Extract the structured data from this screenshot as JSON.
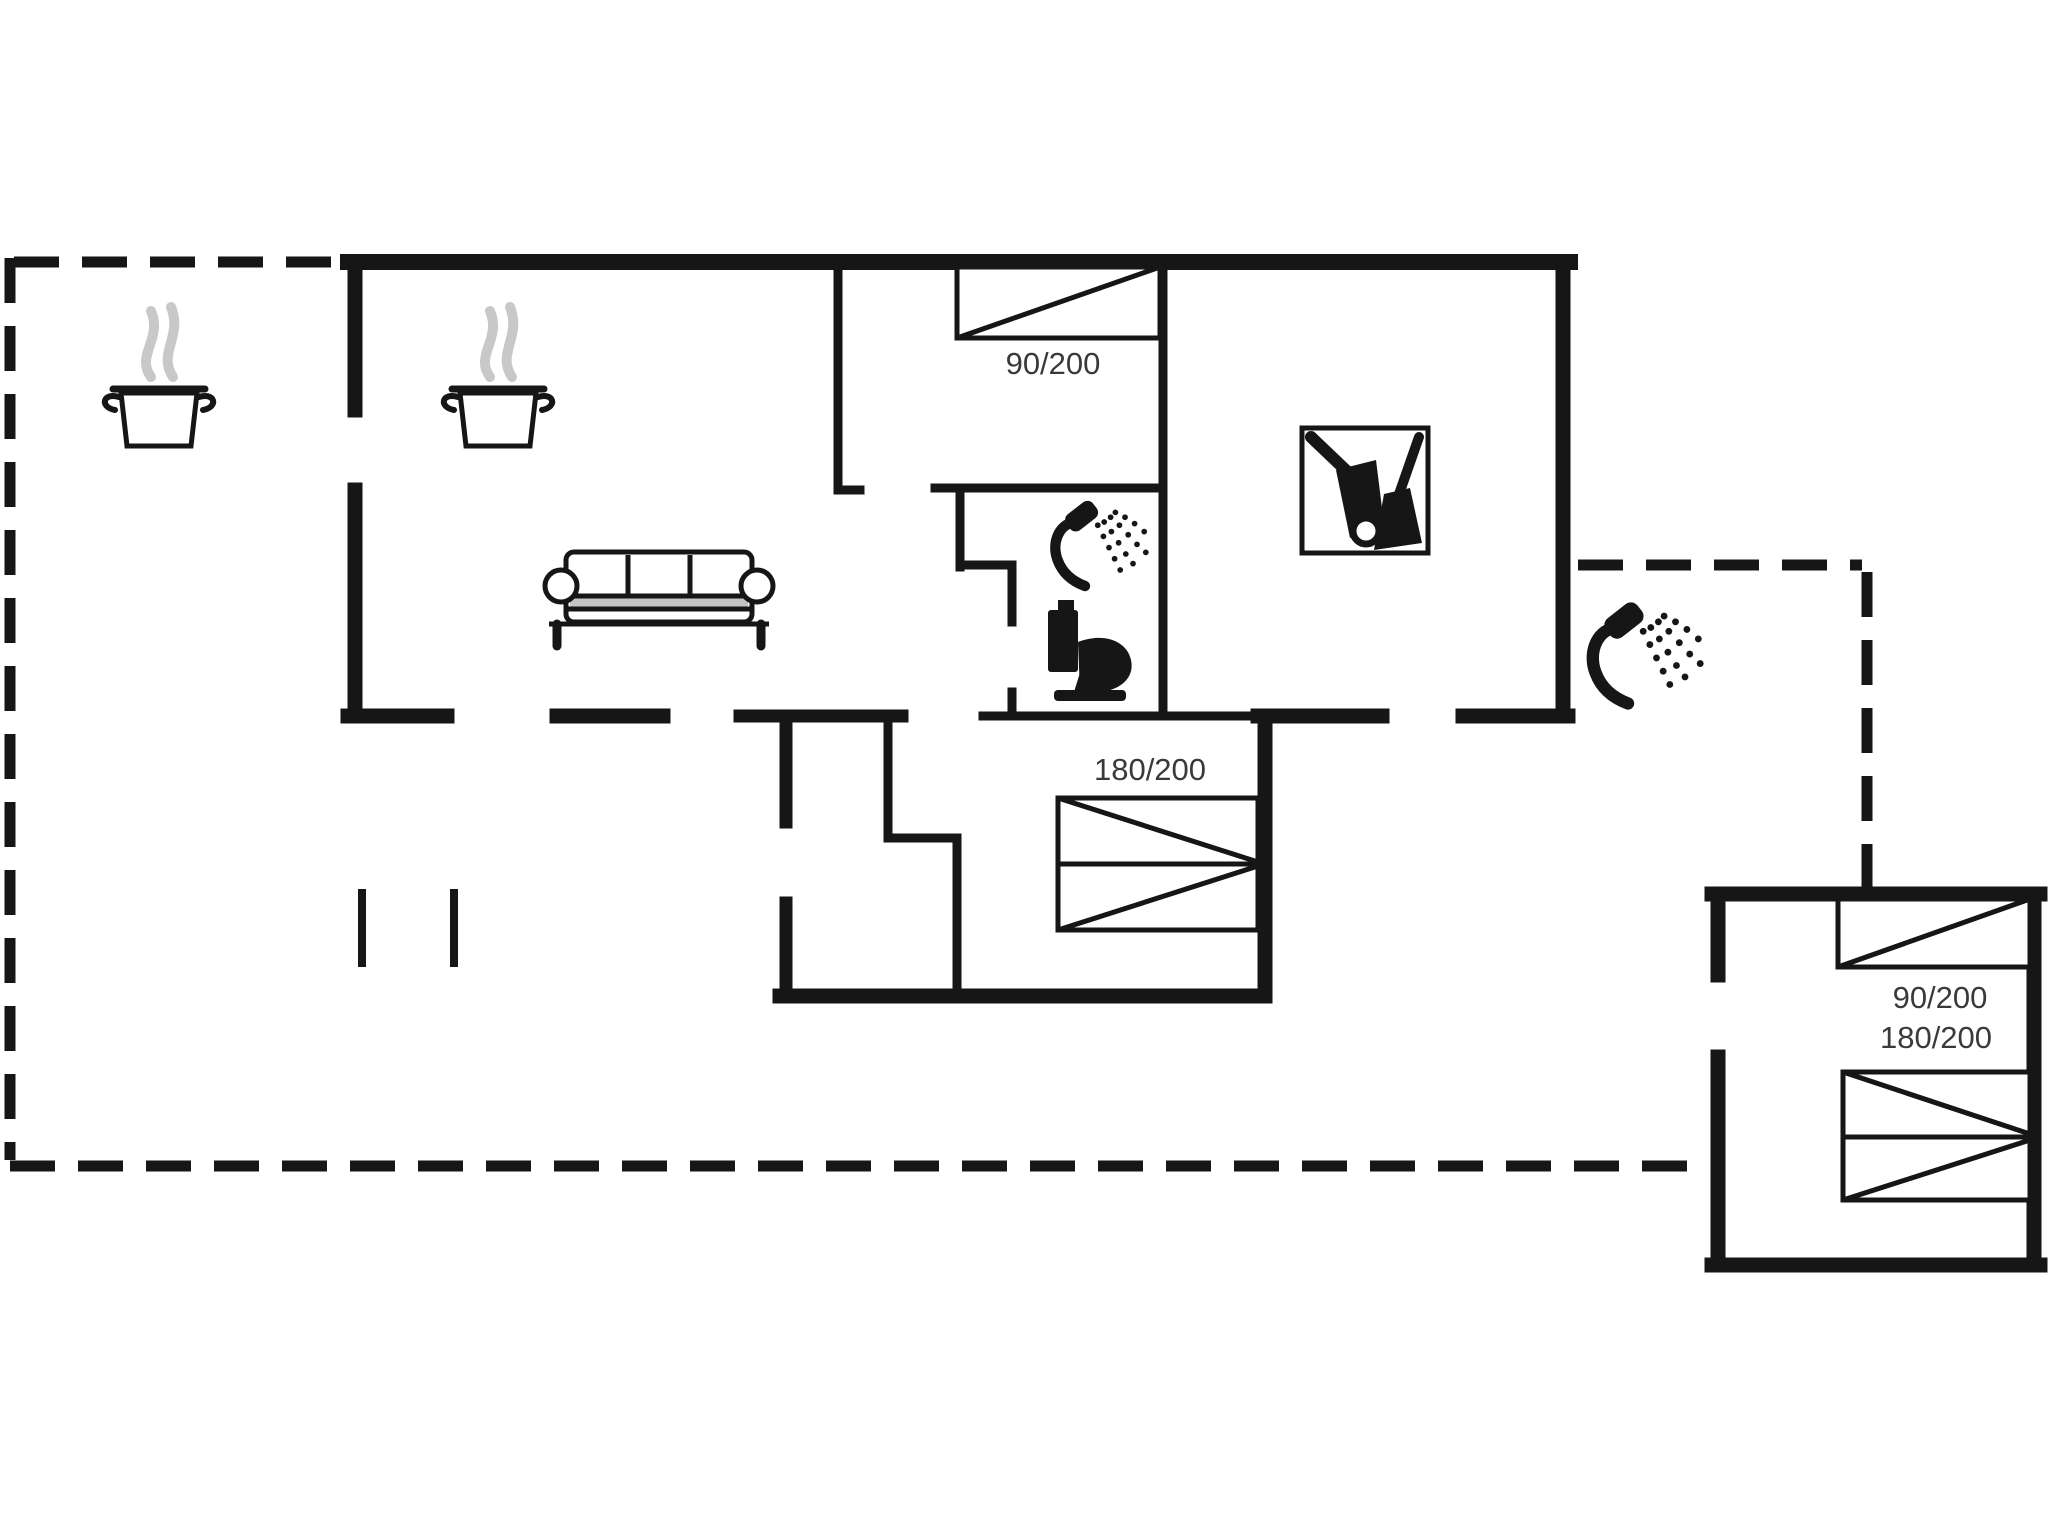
{
  "plan": {
    "type": "vacation-house-floor-plan",
    "colors": {
      "ink": "#161616",
      "steam": "#c8c8c8",
      "sofa_shade": "#c4c4c4",
      "label": "#3a3a3a",
      "bg": "#ffffff"
    },
    "beds": [
      {
        "area": "main-house-bedroom-top",
        "size_label": "90/200"
      },
      {
        "area": "main-house-bedroom-lower",
        "size_label": "180/200"
      },
      {
        "area": "annex-single",
        "size_label": "90/200"
      },
      {
        "area": "annex-double",
        "size_label": "180/200"
      }
    ],
    "icons": {
      "cooking_pot_outdoor": "cooking-pot-with-steam",
      "cooking_pot_kitchen": "cooking-pot-with-steam",
      "sofa": "three-seat-sofa",
      "shower_bathroom": "hand-shower-with-spray",
      "shower_outdoor": "hand-shower-with-spray",
      "toilet": "toilet-side-view",
      "cleaning_equipment": "dustpan-and-broom-in-box"
    }
  }
}
